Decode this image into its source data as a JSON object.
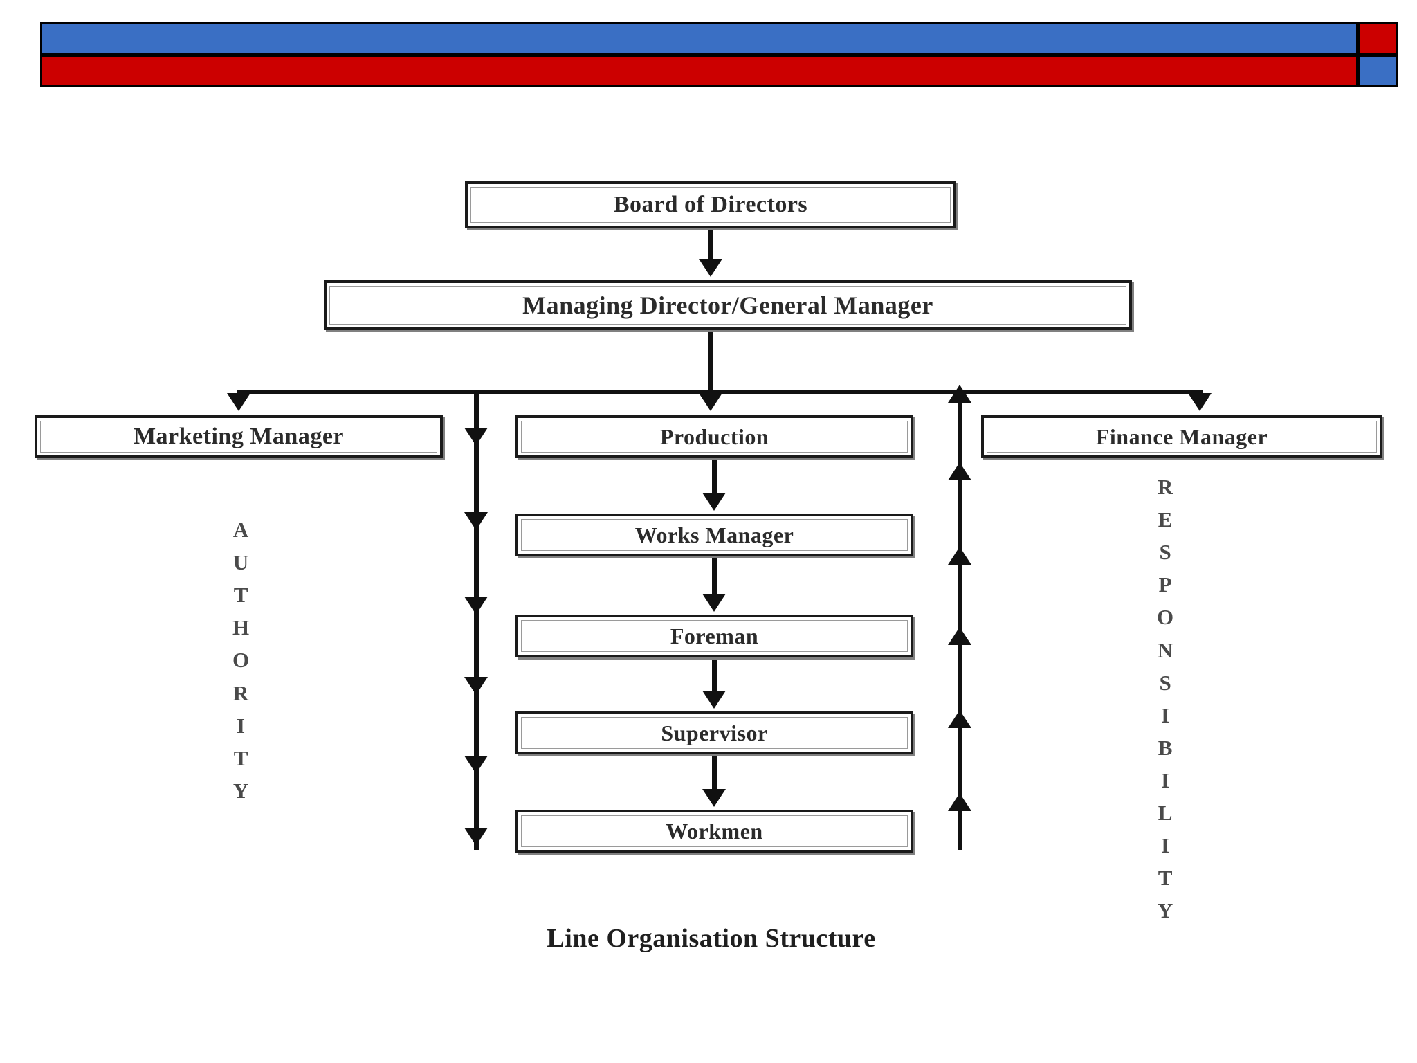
{
  "banner": {
    "blue": "#3a6fc4",
    "red": "#cc0000",
    "border": "#000000"
  },
  "chart_data": {
    "type": "diagram",
    "title": "Line Organisation Structure",
    "nodes": [
      {
        "id": "board",
        "label": "Board of Directors"
      },
      {
        "id": "md",
        "label": "Managing Director/General Manager"
      },
      {
        "id": "mktg",
        "label": "Marketing Manager"
      },
      {
        "id": "prod",
        "label": "Production"
      },
      {
        "id": "fin",
        "label": "Finance Manager"
      },
      {
        "id": "works",
        "label": "Works Manager"
      },
      {
        "id": "foreman",
        "label": "Foreman"
      },
      {
        "id": "super",
        "label": "Supervisor"
      },
      {
        "id": "workmen",
        "label": "Workmen"
      }
    ],
    "edges": [
      {
        "from": "board",
        "to": "md",
        "direction": "down"
      },
      {
        "from": "md",
        "to": "mktg",
        "direction": "down"
      },
      {
        "from": "md",
        "to": "prod",
        "direction": "down"
      },
      {
        "from": "md",
        "to": "fin",
        "direction": "down"
      },
      {
        "from": "prod",
        "to": "works",
        "direction": "down"
      },
      {
        "from": "works",
        "to": "foreman",
        "direction": "down"
      },
      {
        "from": "foreman",
        "to": "super",
        "direction": "down"
      },
      {
        "from": "super",
        "to": "workmen",
        "direction": "down"
      }
    ],
    "side_labels": [
      {
        "id": "authority",
        "text": "AUTHORITY",
        "orientation": "vertical",
        "flow": "down",
        "side": "left"
      },
      {
        "id": "responsibility",
        "text": "RESPONSIBILITY",
        "orientation": "vertical",
        "flow": "up",
        "side": "right"
      }
    ]
  },
  "nodes": {
    "board": "Board of Directors",
    "md": "Managing Director/General Manager",
    "mktg": "Marketing Manager",
    "prod": "Production",
    "fin": "Finance Manager",
    "works": "Works Manager",
    "foreman": "Foreman",
    "super": "Supervisor",
    "workmen": "Workmen"
  },
  "labels": {
    "authority_letters": [
      "A",
      "U",
      "T",
      "H",
      "O",
      "R",
      "I",
      "T",
      "Y"
    ],
    "responsibility_letters": [
      "R",
      "E",
      "S",
      "P",
      "O",
      "N",
      "S",
      "I",
      "B",
      "I",
      "L",
      "I",
      "T",
      "Y"
    ],
    "authority": "AUTHORITY",
    "responsibility": "RESPONSIBILITY"
  },
  "caption": "Line Organisation Structure"
}
